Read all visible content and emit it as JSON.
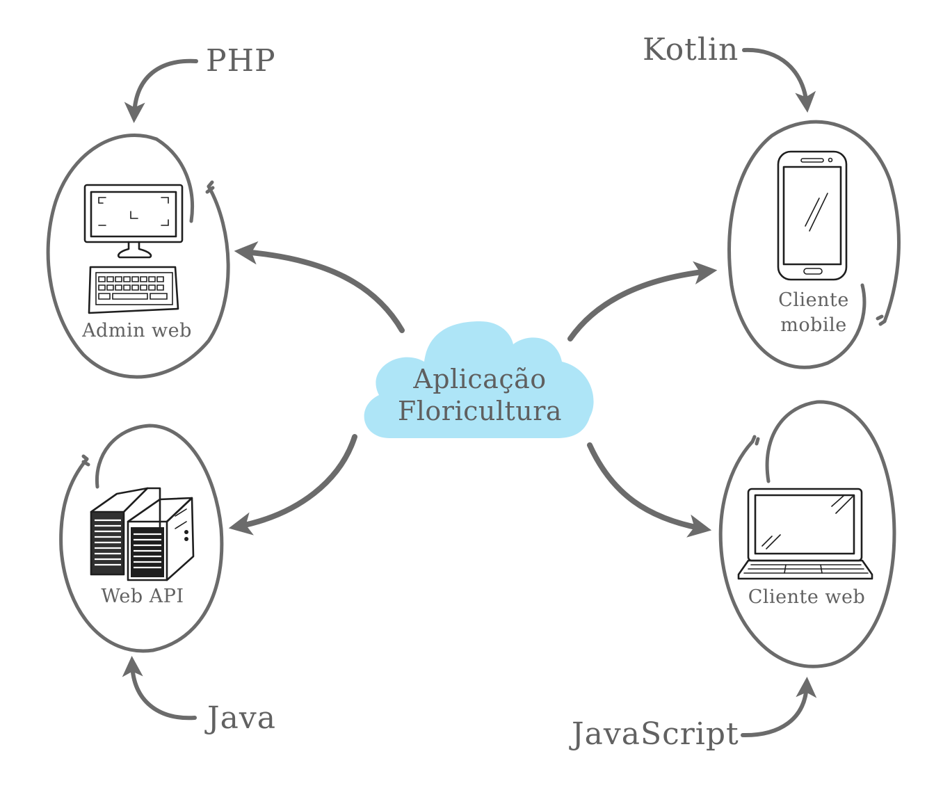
{
  "center": {
    "line1": "Aplicação",
    "line2": "Floricultura",
    "cloud_color": "#aee5f7"
  },
  "nodes": {
    "admin_web": {
      "label": "Admin web",
      "language": "PHP",
      "icon": "desktop-computer-icon"
    },
    "web_api": {
      "label": "Web API",
      "language": "Java",
      "icon": "servers-icon"
    },
    "cliente_mobile": {
      "line1": "Cliente",
      "line2": "mobile",
      "language": "Kotlin",
      "icon": "smartphone-icon"
    },
    "cliente_web": {
      "label": "Cliente web",
      "language": "JavaScript",
      "icon": "laptop-icon"
    }
  },
  "colors": {
    "stroke": "#6b6b6b",
    "text": "#616161",
    "ink": "#1e1e1e"
  }
}
